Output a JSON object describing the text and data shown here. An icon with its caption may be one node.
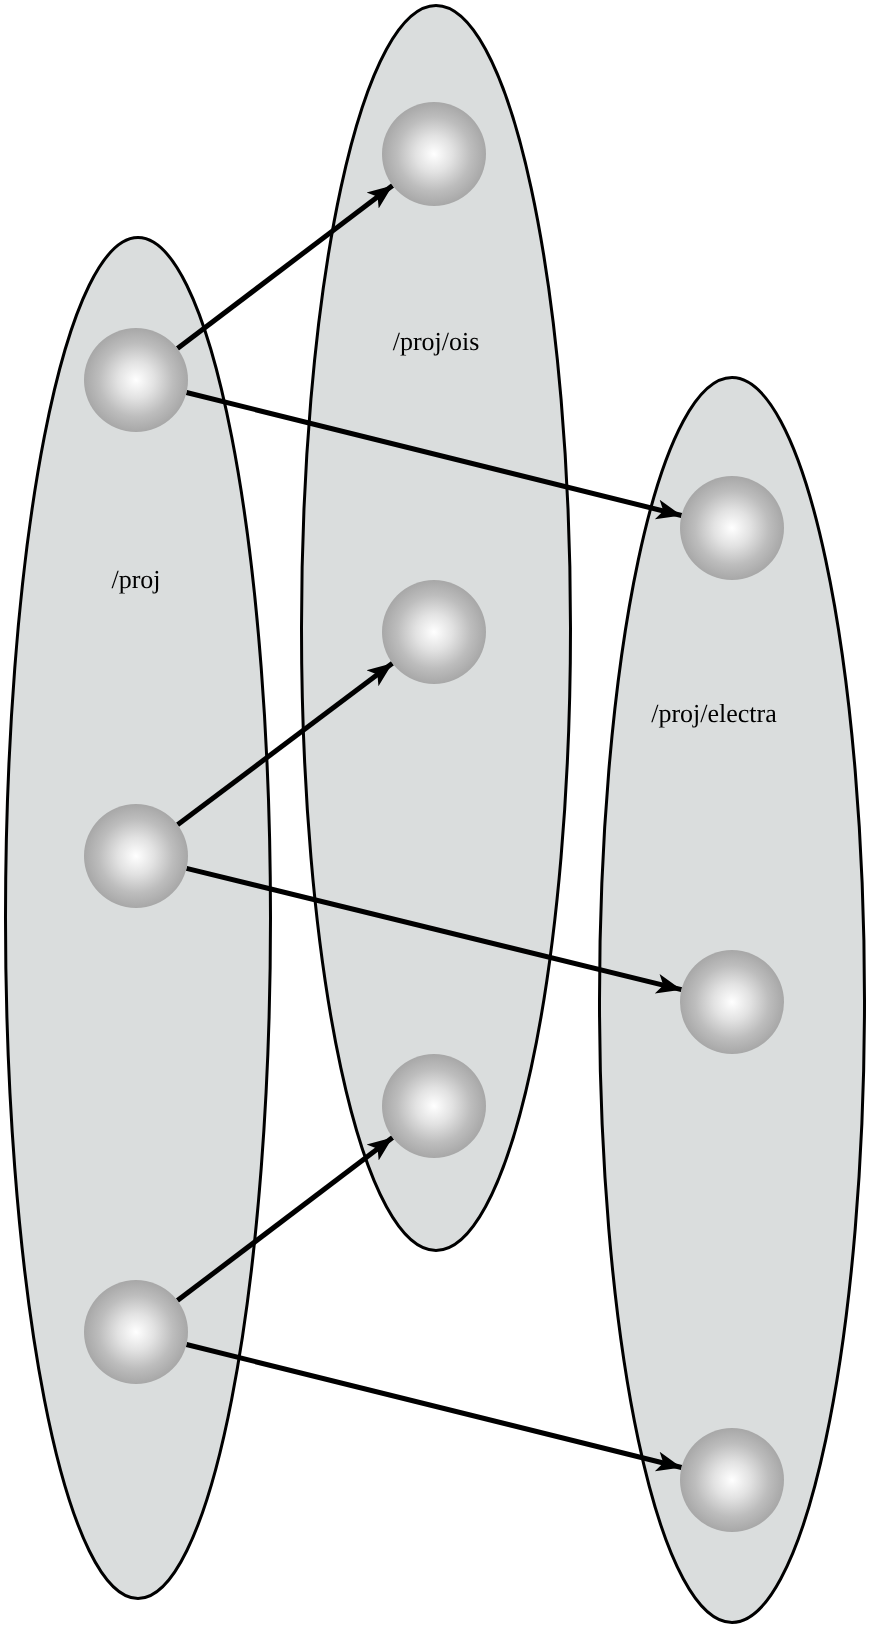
{
  "diagram": {
    "nodes": [
      {
        "text": [
          "/proj"
        ]
      },
      {
        "text": [],
        "shape": "circle",
        "in": 0
      },
      {
        "text": [],
        "shape": "circle",
        "in": 0
      },
      {
        "text": [],
        "shape": "circle",
        "in": 0
      },
      {
        "text": [
          "/proj/ois"
        ]
      },
      {
        "text": [],
        "shape": "circle",
        "in": 4
      },
      {
        "text": [],
        "shape": "circle",
        "in": 4
      },
      {
        "text": [],
        "shape": "circle",
        "in": 4
      },
      {
        "text": [
          "/proj/electra"
        ]
      },
      {
        "text": [],
        "shape": "circle",
        "in": 8
      },
      {
        "text": [],
        "shape": "circle",
        "in": 8
      },
      {
        "text": [],
        "shape": "circle",
        "in": 8
      }
    ],
    "edges": [
      {
        "from": 1,
        "to": 5,
        "arrow": "to"
      },
      {
        "from": 1,
        "to": 9,
        "arrow": "to"
      },
      {
        "from": 2,
        "to": 6,
        "arrow": "to"
      },
      {
        "from": 2,
        "to": 10,
        "arrow": "to"
      },
      {
        "from": 3,
        "to": 7,
        "arrow": "to"
      },
      {
        "from": 3,
        "to": 11,
        "arrow": "to"
      }
    ]
  }
}
